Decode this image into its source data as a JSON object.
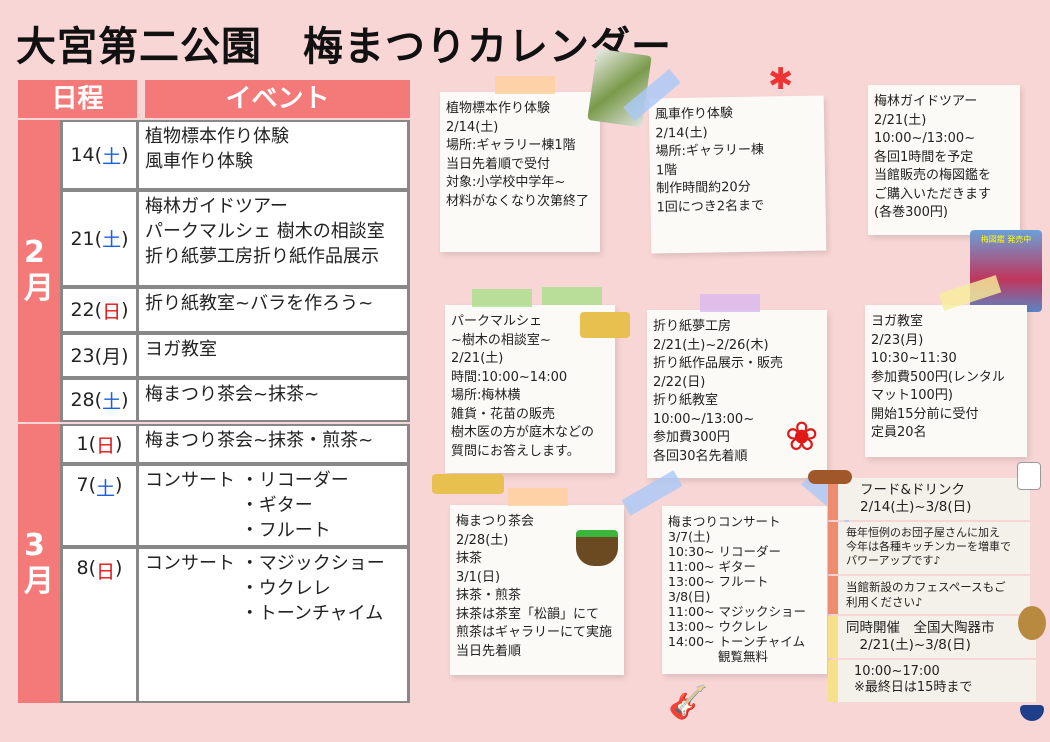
{
  "title": "大宮第二公園　梅まつりカレンダー",
  "header": {
    "schedule": "日程",
    "event": "イベント"
  },
  "colors": {
    "header": "#f47a7a",
    "background": "#f9d6d6",
    "saturday": "#1a5fe0",
    "sunday": "#e01010"
  },
  "calendar": {
    "feb": {
      "label": "2\n月",
      "rows": [
        {
          "day": "14",
          "dow": "土",
          "type": "sat",
          "events": "植物標本作り体験\n風車作り体験"
        },
        {
          "day": "21",
          "dow": "土",
          "type": "sat",
          "events": "梅林ガイドツアー\nパークマルシェ 樹木の相談室\n折り紙夢工房折り紙作品展示"
        },
        {
          "day": "22",
          "dow": "日",
          "type": "sun",
          "events": "折り紙教室~バラを作ろう~"
        },
        {
          "day": "23",
          "dow": "月",
          "type": "",
          "events": "ヨガ教室"
        },
        {
          "day": "28",
          "dow": "土",
          "type": "sat",
          "events": "梅まつり茶会~抹茶~"
        }
      ]
    },
    "mar": {
      "label": "3\n月",
      "rows": [
        {
          "day": "1",
          "dow": "日",
          "type": "sun",
          "events": "梅まつり茶会~抹茶・煎茶~"
        },
        {
          "day": "7",
          "dow": "土",
          "type": "sat",
          "events": "コンサート ・リコーダー\n　　　　　 ・ギター\n　　　　　 ・フルート"
        },
        {
          "day": "8",
          "dow": "日",
          "type": "sun",
          "events": "コンサート ・マジックショー\n　　　　　 ・ウクレレ\n　　　　　 ・トーンチャイム"
        }
      ]
    }
  },
  "notes": {
    "specimen": "植物標本作り体験\n2/14(土)\n場所:ギャラリー棟1階\n当日先着順で受付\n対象:小学校中学年~\n材料がなくなり次第終了",
    "pinwheel": "風車作り体験\n2/14(土)\n場所:ギャラリー棟\n1階\n制作時間約20分\n1回につき2名まで",
    "guide": "梅林ガイドツアー\n2/21(土)\n10:00~/13:00~\n各回1時間を予定\n当館販売の梅図鑑を\nご購入いただきます\n(各巻300円)",
    "marche": "パークマルシェ\n~樹木の相談室~\n2/21(土)\n時間:10:00~14:00\n場所:梅林横\n雑貨・花苗の販売\n樹木医の方が庭木などの\n質問にお答えします。",
    "origami": "折り紙夢工房\n2/21(土)~2/26(木)\n折り紙作品展示・販売\n2/22(日)\n折り紙教室\n10:00~/13:00~\n参加費300円\n各回30名先着順",
    "yoga": "ヨガ教室\n2/23(月)\n10:30~11:30\n参加費500円(レンタル\nマット100円)\n開始15分前に受付\n定員20名",
    "tea": "梅まつり茶会\n2/28(土)\n抹茶\n3/1(日)\n抹茶・煎茶\n抹茶は茶室「松韻」にて\n煎茶はギャラリーにて実施\n当日先着順",
    "concert": "梅まつりコンサート\n3/7(土)\n10:30~ リコーダー\n11:00~ ギター\n13:00~ フルート\n3/8(日)\n11:00~ マジックショー\n13:00~ ウクレレ\n14:00~ トーンチャイム\n　　　　観覧無料"
  },
  "food": {
    "title": "フード&ドリンク\n2/14(土)~3/8(日)",
    "body1": "毎年恒例のお団子屋さんに加え\n今年は各種キッチンカーを増車で\nパワーアップです♪",
    "body2": "当館新設のカフェスペースもご\n利用ください♪"
  },
  "pottery": {
    "title": "同時開催　全国大陶器市\n　2/21(土)~3/8(日)",
    "body": "10:00~17:00\n※最終日は15時まで"
  },
  "book_badge": "梅図鑑 発売中"
}
